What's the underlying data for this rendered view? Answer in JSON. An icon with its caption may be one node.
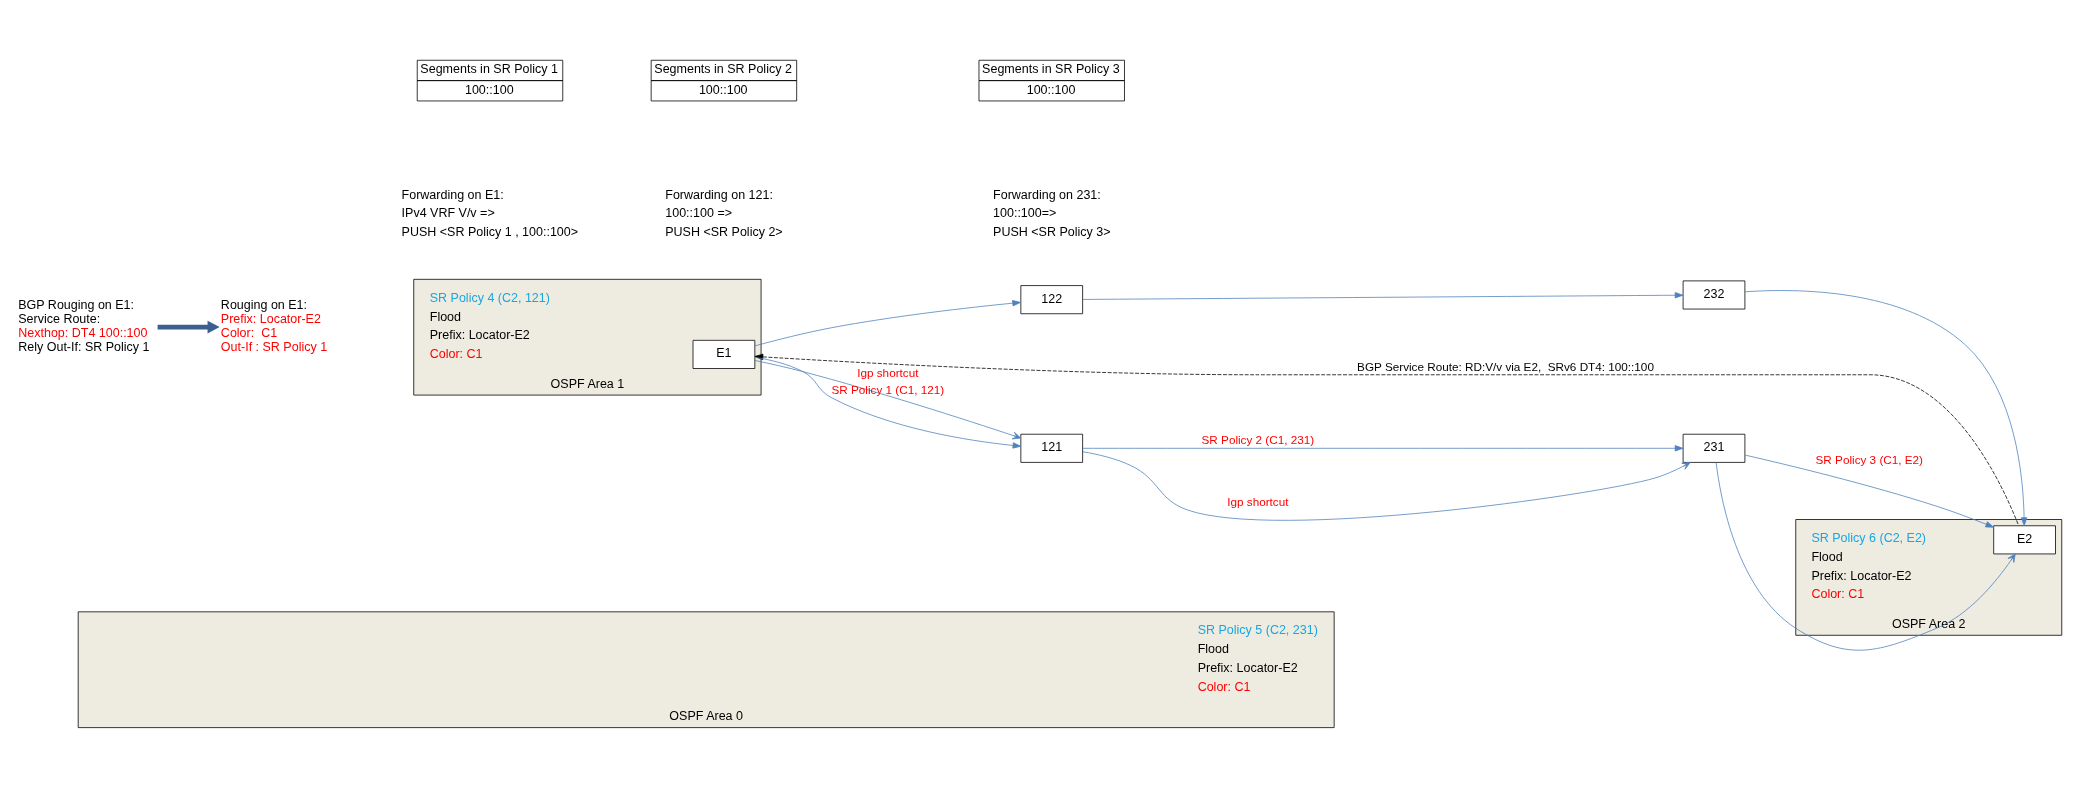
{
  "diagram": {
    "nodes": [
      {
        "text": [
          "BGP Rouging on E1:",
          "Service Route:",
          "Nexthop: DT4 100::100",
          "Rely Out-If: SR Policy 1"
        ]
      },
      {
        "text": [
          "Rouging on E1:",
          "Prefix: Locator-E2",
          "Color:  C1",
          "Out-If : SR Policy 1"
        ]
      },
      {
        "text": [
          "OSPF Area 1"
        ]
      },
      {
        "text": [
          "OSPF Area 0"
        ]
      },
      {
        "text": [
          "OSPF Area 2"
        ]
      },
      {
        "text": [
          "E1"
        ],
        "in": 2
      },
      {
        "text": [
          "121"
        ]
      },
      {
        "text": [
          "122"
        ]
      },
      {
        "text": [
          "231"
        ]
      },
      {
        "text": [
          "232"
        ]
      },
      {
        "text": [
          "E2"
        ],
        "in": 4
      },
      {
        "text": [
          "Segments in SR Policy 1",
          "100::100"
        ]
      },
      {
        "text": [
          "Segments in SR Policy 2",
          "100::100"
        ]
      },
      {
        "text": [
          "Segments in SR Policy 3",
          "100::100"
        ]
      }
    ],
    "edges": [
      {
        "from": 0,
        "to": 1,
        "arrow": "to",
        "style": "thick",
        "color": "#3b5f8f"
      },
      {
        "from": 10,
        "to": 5,
        "arrow": "to",
        "label": "BGP Service Route: RD:V/v via E2,  SRv6 DT4: 100::100",
        "style": "dashed",
        "color": "#000000"
      },
      {
        "from": 5,
        "to": 6,
        "arrow": "to",
        "label": "Igp shortcut"
      },
      {
        "from": 6,
        "to": 8,
        "arrow": "to",
        "label": "Igp shortcut"
      },
      {
        "from": 8,
        "to": 10,
        "arrow": "to"
      },
      {
        "from": 5,
        "to": 6,
        "arrow": "to",
        "label": "SR Policy 1 (C1, 121)"
      },
      {
        "from": 6,
        "to": 8,
        "arrow": "to",
        "label": "SR Policy 2 (C1, 231)"
      },
      {
        "from": 8,
        "to": 10,
        "arrow": "to",
        "label": "SR Policy 3 (C1, E2)"
      },
      {
        "from": 5,
        "to": 7,
        "arrow": "to"
      },
      {
        "from": 7,
        "to": 9,
        "arrow": "to"
      },
      {
        "from": 9,
        "to": 10,
        "arrow": "to"
      }
    ],
    "labels": [
      "SR Policy 4 (C2, 121)",
      "Flood",
      "Prefix: Locator-E2",
      "Color: C1",
      "SR Policy 5 (C2, 231)",
      "Flood",
      "Prefix: Locator-E2",
      "Color: C1",
      "SR Policy 6 (C2, E2)",
      "Flood",
      "Prefix: Locator-E2",
      "Color: C1",
      "Forwarding on E1:",
      "IPv4 VRF V/v =>",
      "PUSH <SR Policy 1 , 100::100>",
      "Forwarding on 121:",
      "100::100 =>",
      "PUSH <SR Policy 2>",
      "Forwarding on 231:",
      "100::100=>",
      "PUSH <SR Policy 3>"
    ]
  }
}
